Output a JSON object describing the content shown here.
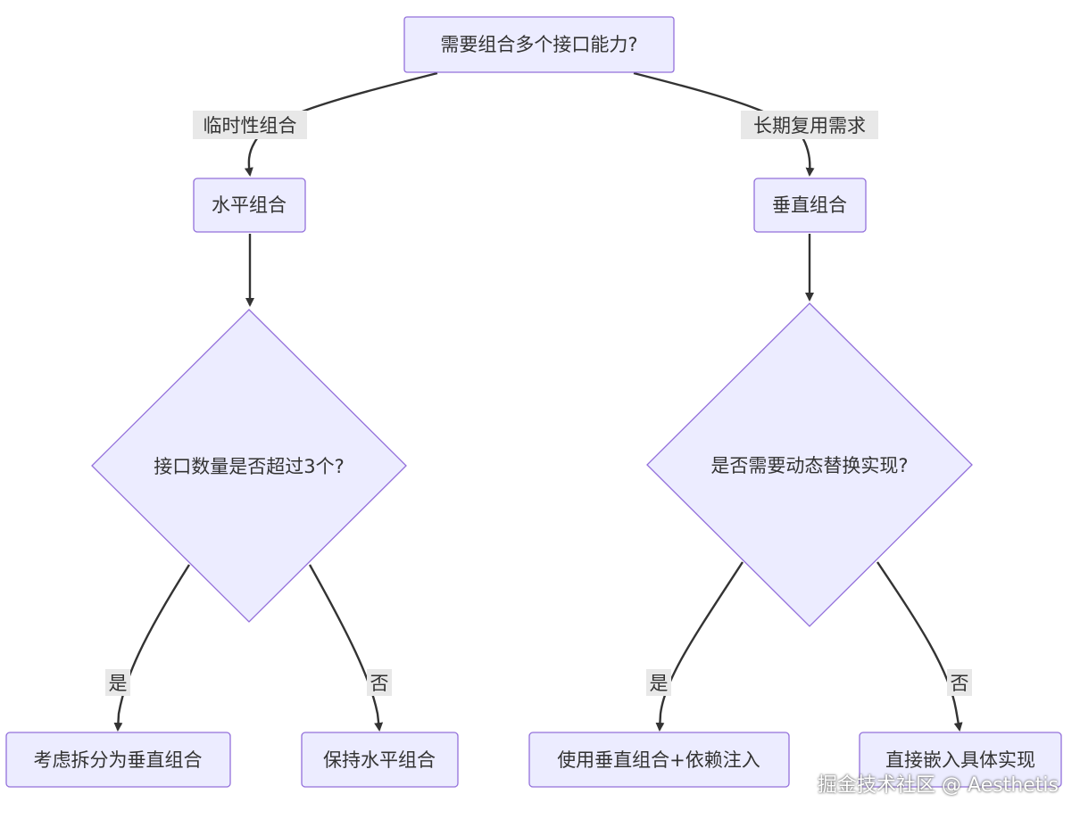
{
  "nodes": {
    "start": "需要组合多个接口能力?",
    "horizontal": "水平组合",
    "vertical": "垂直组合",
    "decision_count": "接口数量是否超过3个?",
    "decision_dynamic": "是否需要动态替换实现?",
    "split": "考虑拆分为垂直组合",
    "keep": "保持水平组合",
    "use_di": "使用垂直组合+依赖注入",
    "embed": "直接嵌入具体实现"
  },
  "edges": {
    "temporary": "临时性组合",
    "long_term": "长期复用需求",
    "yes_left": "是",
    "no_left": "否",
    "yes_right": "是",
    "no_right": "否"
  },
  "watermark": "掘金技术社区 @ Aesthetis",
  "colors": {
    "node_fill": "#ECECFF",
    "node_stroke": "#9370DB",
    "edge": "#333333",
    "label_bg": "#e8e8e8"
  }
}
